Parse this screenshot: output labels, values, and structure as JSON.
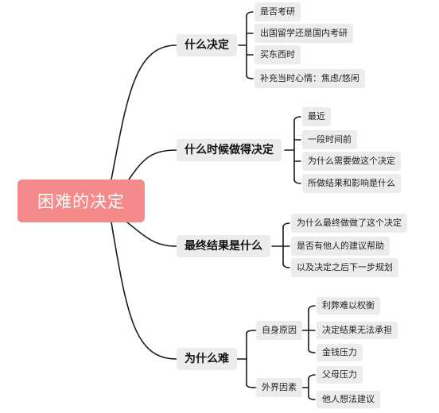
{
  "root": "困难的决定",
  "branches": [
    {
      "label": "什么决定",
      "items": [
        "是否考研",
        "出国留学还是国内考研",
        "买东西时",
        "补充当时心情：焦虑/悠闲"
      ]
    },
    {
      "label": "什么时候做得决定",
      "items": [
        "最近",
        "一段时间前",
        "为什么需要做这个决定",
        "所做结果和影响是什么"
      ]
    },
    {
      "label": "最终结果是什么",
      "items": [
        "为什么最终做做了这个决定",
        "是否有他人的建议帮助",
        "以及决定之后下一步规划"
      ]
    },
    {
      "label": "为什么难",
      "groups": [
        {
          "label": "自身原因",
          "items": [
            "利弊难以权衡",
            "决定结果无法承担",
            "金钱压力"
          ]
        },
        {
          "label": "外界因素",
          "items": [
            "父母压力",
            "他人想法建议"
          ]
        }
      ]
    }
  ]
}
